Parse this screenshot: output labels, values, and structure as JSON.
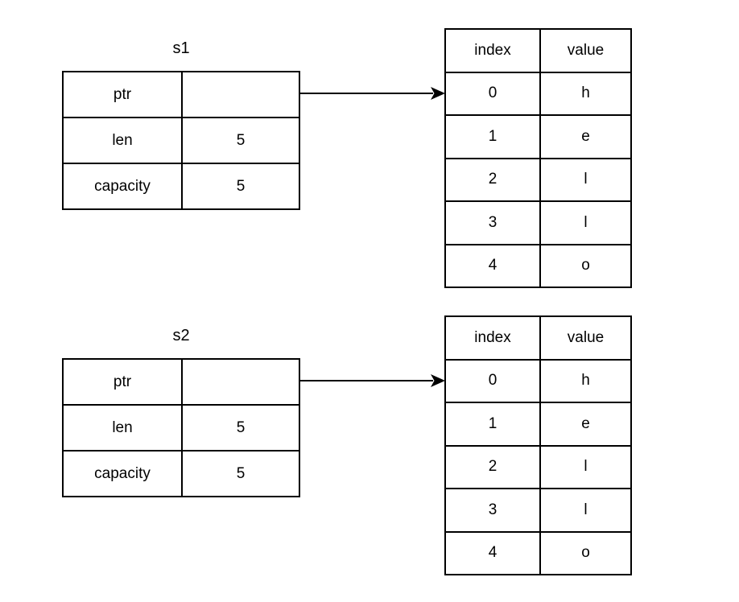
{
  "diagram": {
    "background": "#ffffff",
    "border_color": "#000000",
    "text_color": "#000000",
    "groups": [
      {
        "title": "s1",
        "stack_rows": [
          {
            "label": "ptr",
            "value": ""
          },
          {
            "label": "len",
            "value": "5"
          },
          {
            "label": "capacity",
            "value": "5"
          }
        ],
        "heap": {
          "col_headers": [
            "index",
            "value"
          ],
          "rows": [
            {
              "index": "0",
              "value": "h"
            },
            {
              "index": "1",
              "value": "e"
            },
            {
              "index": "2",
              "value": "l"
            },
            {
              "index": "3",
              "value": "l"
            },
            {
              "index": "4",
              "value": "o"
            }
          ]
        }
      },
      {
        "title": "s2",
        "stack_rows": [
          {
            "label": "ptr",
            "value": ""
          },
          {
            "label": "len",
            "value": "5"
          },
          {
            "label": "capacity",
            "value": "5"
          }
        ],
        "heap": {
          "col_headers": [
            "index",
            "value"
          ],
          "rows": [
            {
              "index": "0",
              "value": "h"
            },
            {
              "index": "1",
              "value": "e"
            },
            {
              "index": "2",
              "value": "l"
            },
            {
              "index": "3",
              "value": "l"
            },
            {
              "index": "4",
              "value": "o"
            }
          ]
        }
      }
    ]
  }
}
